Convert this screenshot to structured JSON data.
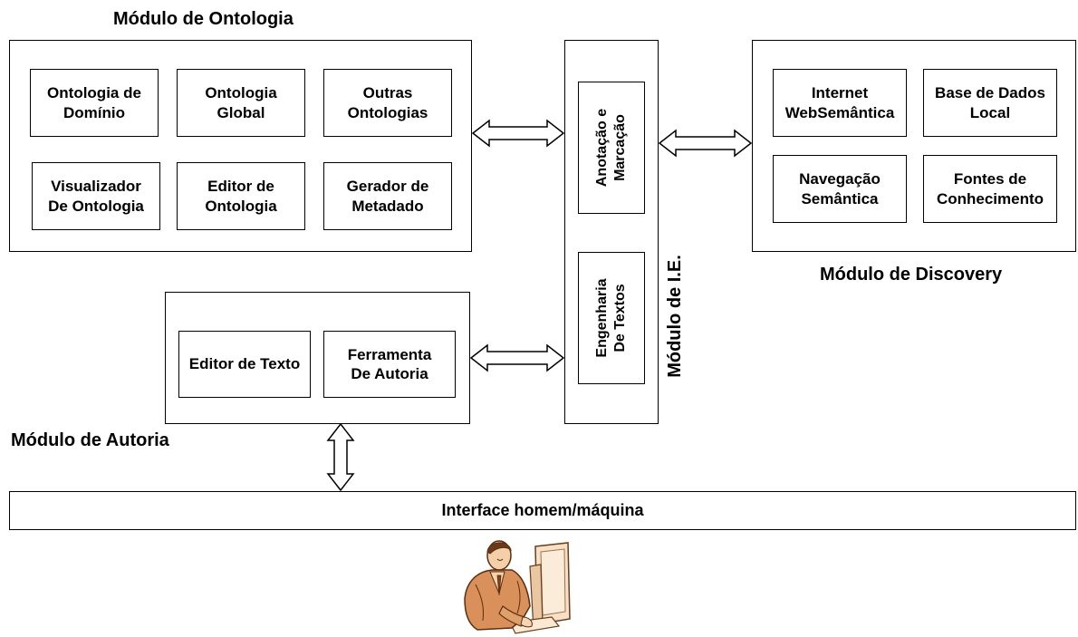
{
  "modules": {
    "ontologia": {
      "title": "Módulo de Ontologia",
      "boxes": [
        "Ontologia de\nDomínio",
        "Ontologia\nGlobal",
        "Outras\nOntologias",
        "Visualizador\nDe Ontologia",
        "Editor de\nOntologia",
        "Gerador de\nMetadado"
      ]
    },
    "ie": {
      "title": "Módulo de I.E.",
      "boxes": [
        "Anotação e\nMarcação",
        "Engenharia\nDe Textos"
      ]
    },
    "discovery": {
      "title": "Módulo de Discovery",
      "boxes": [
        "Internet\nWebSemântica",
        "Base de Dados\nLocal",
        "Navegação\nSemântica",
        "Fontes de\nConhecimento"
      ]
    },
    "autoria": {
      "title": "Módulo de Autoria",
      "boxes": [
        "Editor de Texto",
        "Ferramenta\nDe Autoria"
      ]
    }
  },
  "interface_label": "Interface homem/máquina",
  "user_figure": "person-at-computer-icon"
}
